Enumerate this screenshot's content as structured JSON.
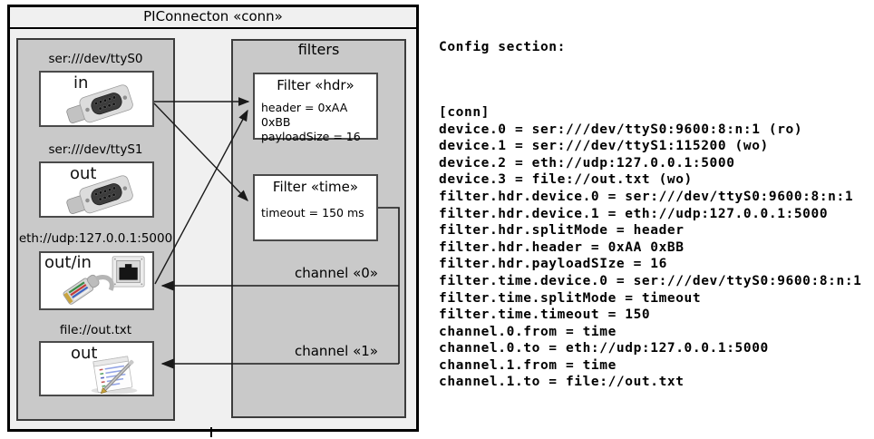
{
  "diagram": {
    "title": "PIConnecton «conn»",
    "devices_panel": {
      "devices": [
        {
          "label": "ser:///dev/ttyS0",
          "direction": "in",
          "icon": "db9-serial-connector-icon"
        },
        {
          "label": "ser:///dev/ttyS1",
          "direction": "out",
          "icon": "db9-serial-connector-icon"
        },
        {
          "label": "eth://udp:127.0.0.1:5000",
          "direction": "out/in",
          "icon": "rj45-ethernet-icon"
        },
        {
          "label": "file://out.txt",
          "direction": "out",
          "icon": "notepad-pencil-icon"
        }
      ]
    },
    "filters_panel": {
      "title": "filters",
      "filters": [
        {
          "title": "Filter «hdr»",
          "lines": [
            "header = 0xAA 0xBB",
            "payloadSize = 16"
          ]
        },
        {
          "title": "Filter «time»",
          "lines": [
            "timeout = 150 ms"
          ]
        }
      ]
    },
    "channels": [
      {
        "label": "channel «0»"
      },
      {
        "label": "channel «1»"
      }
    ],
    "colors": {
      "outer_fill": "#f0f0f0",
      "panel_fill": "#c9c9c9",
      "box_fill": "#ffffff",
      "line": "#1a1a1a"
    }
  },
  "config": {
    "heading": "Config section:",
    "lines": [
      "[conn]",
      "device.0 = ser:///dev/ttyS0:9600:8:n:1 (ro)",
      "device.1 = ser:///dev/ttyS1:115200 (wo)",
      "device.2 = eth://udp:127.0.0.1:5000",
      "device.3 = file://out.txt (wo)",
      "filter.hdr.device.0 = ser:///dev/ttyS0:9600:8:n:1",
      "filter.hdr.device.1 = eth://udp:127.0.0.1:5000",
      "filter.hdr.splitMode = header",
      "filter.hdr.header = 0xAA 0xBB",
      "filter.hdr.payloadSIze = 16",
      "filter.time.device.0 = ser:///dev/ttyS0:9600:8:n:1",
      "filter.time.splitMode = timeout",
      "filter.time.timeout = 150",
      "channel.0.from = time",
      "channel.0.to = eth://udp:127.0.0.1:5000",
      "channel.1.from = time",
      "channel.1.to = file://out.txt"
    ]
  }
}
